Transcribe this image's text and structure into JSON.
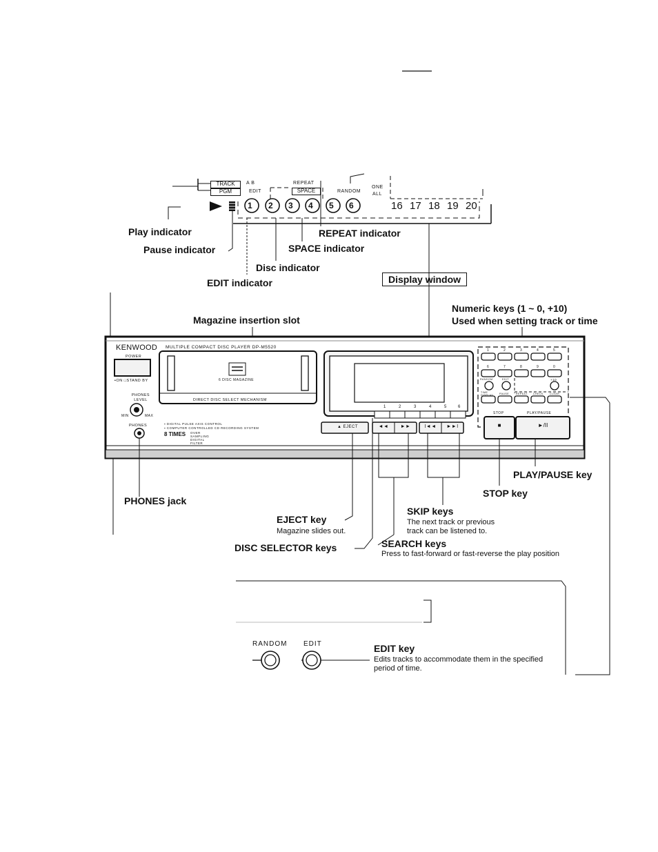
{
  "display_panel": {
    "track": "TRACK",
    "pgm": "PGM",
    "a_b": "A  B",
    "edit": "EDIT",
    "repeat": "REPEAT",
    "space": "SPACE",
    "random": "RANDOM",
    "one": "ONE",
    "all": "ALL",
    "track_numbers": [
      "16",
      "17",
      "18",
      "19",
      "20"
    ],
    "discs": [
      "1",
      "2",
      "3",
      "4",
      "5",
      "6"
    ]
  },
  "labels": {
    "play_indicator": "Play indicator",
    "pause_indicator": "Pause indicator",
    "repeat_indicator": "REPEAT indicator",
    "space_indicator": "SPACE indicator",
    "disc_indicator": "Disc indicator",
    "edit_indicator": "EDIT indicator",
    "display_window": "Display window",
    "numeric_keys": "Numeric keys (1 ~ 0, +10)",
    "numeric_keys_sub": "Used when setting track or time",
    "magazine_slot": "Magazine insertion slot",
    "phones_jack": "PHONES jack",
    "play_pause_key": "PLAY/PAUSE key",
    "stop_key": "STOP key",
    "skip_keys": "SKIP keys",
    "skip_desc_1": "The next track or previous",
    "skip_desc_2": "track can be listened to.",
    "eject_key": "EJECT key",
    "eject_desc": "Magazine slides out.",
    "disc_selector_keys": "DISC SELECTOR keys",
    "search_keys": "SEARCH keys",
    "search_desc": "Press to fast-forward or fast-reverse the play position",
    "edit_key": "EDIT key",
    "edit_desc_1": "Edits tracks to accommodate them in the specified",
    "edit_desc_2": "period of time.",
    "random_btn": "RANDOM",
    "edit_btn": "EDIT"
  },
  "device": {
    "brand": "KENWOOD",
    "model": "MULTIPLE COMPACT DISC PLAYER DP-M5520",
    "power": "POWER",
    "on_standby": "▪ON □STAND BY",
    "phones_level": "PHONES LEVEL",
    "min": "MIN",
    "max": "MAX",
    "phones": "PHONES",
    "magazine_text": "6 DISC MAGAZINE",
    "mechanism": "DIRECT DISC SELECT MECHANISM",
    "feature_1": "▪ DIGITAL PULSE AXIS CONTROL",
    "feature_2": "▪ COMPUTER CONTROLLED CD RECORDING SYSTEM",
    "oversampling_big": "8 TIMES",
    "oversampling_small": "OVER SAMPLING DIGITAL FILTER",
    "eject_btn": "▲ EJECT",
    "stop": "STOP",
    "play_pause": "PLAY/PAUSE",
    "play_pause_btn": "►/II",
    "stop_btn": "■",
    "disc_numbers": [
      "1",
      "2",
      "3",
      "4",
      "5",
      "6"
    ],
    "numeric_row1": [
      "1",
      "2",
      "3",
      "4",
      "5"
    ],
    "numeric_row2": [
      "6",
      "7",
      "8",
      "9",
      "0"
    ],
    "plus10": "+10",
    "random_key": "RANDOM",
    "edit_key": "EDIT",
    "time_display": "TIME DISPLAY",
    "pause": "PAUSE",
    "repeat": "REPEAT",
    "check": "CHECK",
    "clear": "CLEAR"
  }
}
